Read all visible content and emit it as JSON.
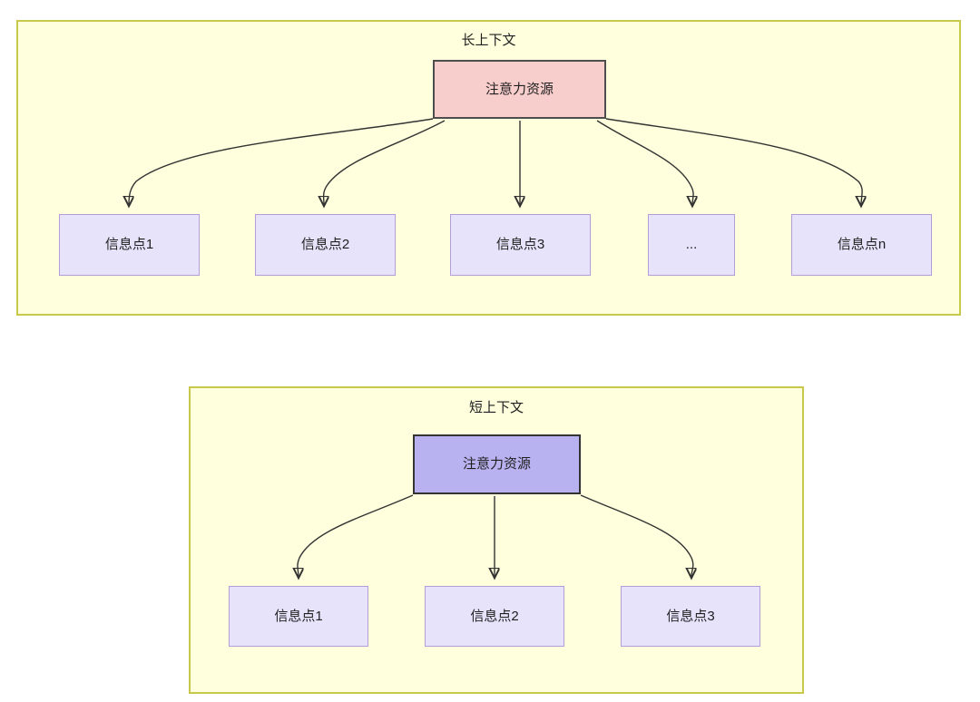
{
  "diagram": {
    "title_note": "attention resource allocation across long vs short context",
    "colors": {
      "container_fill": "#ffffdd",
      "container_border": "#c8c84b",
      "attention_long_fill": "#f8cecc",
      "attention_long_border": "#4d4d4d",
      "attention_short_fill": "#b8b2f0",
      "attention_short_border": "#333333",
      "info_fill": "#e6e3fb",
      "info_border": "#b39ddb",
      "edge_stroke": "#333333",
      "text": "#1f1f1f"
    }
  },
  "long_context": {
    "title": "长上下文",
    "attention_node": {
      "label": "注意力资源"
    },
    "info_nodes": [
      {
        "label": "信息点1"
      },
      {
        "label": "信息点2"
      },
      {
        "label": "信息点3"
      },
      {
        "label": "..."
      },
      {
        "label": "信息点n"
      }
    ]
  },
  "short_context": {
    "title": "短上下文",
    "attention_node": {
      "label": "注意力资源"
    },
    "info_nodes": [
      {
        "label": "信息点1"
      },
      {
        "label": "信息点2"
      },
      {
        "label": "信息点3"
      }
    ]
  }
}
